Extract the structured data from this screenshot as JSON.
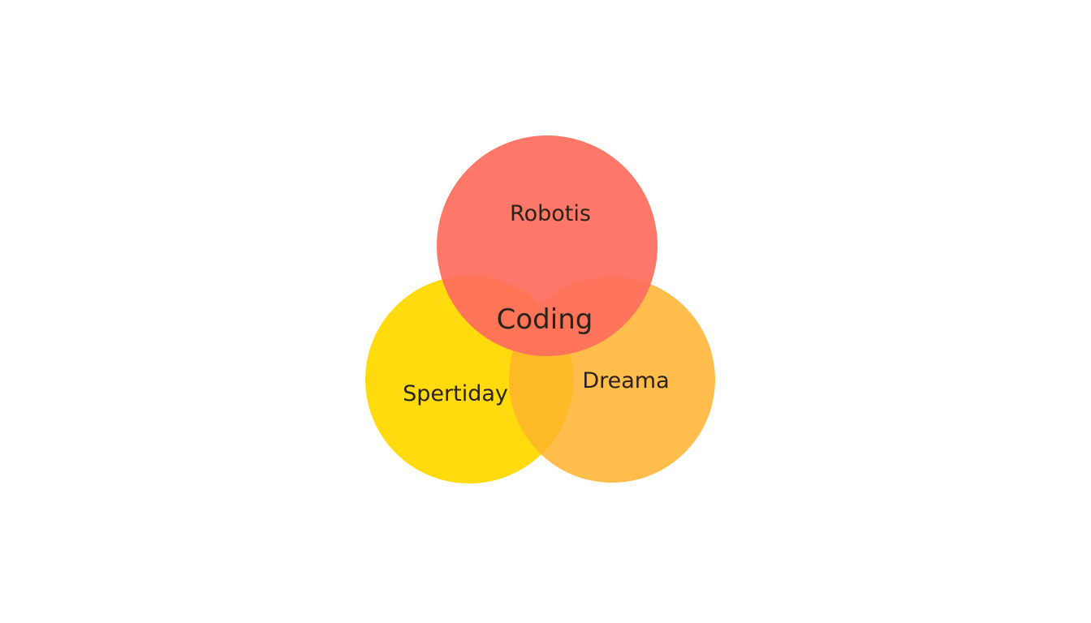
{
  "diagram": {
    "type": "venn",
    "circles": [
      {
        "id": "top",
        "label": "Robotis",
        "color": "#fd6d5c"
      },
      {
        "id": "left",
        "label": "Spertiday",
        "color": "#ffd900"
      },
      {
        "id": "right",
        "label": "Dreama",
        "color": "#ffb22b"
      }
    ],
    "center_label": "Coding"
  }
}
